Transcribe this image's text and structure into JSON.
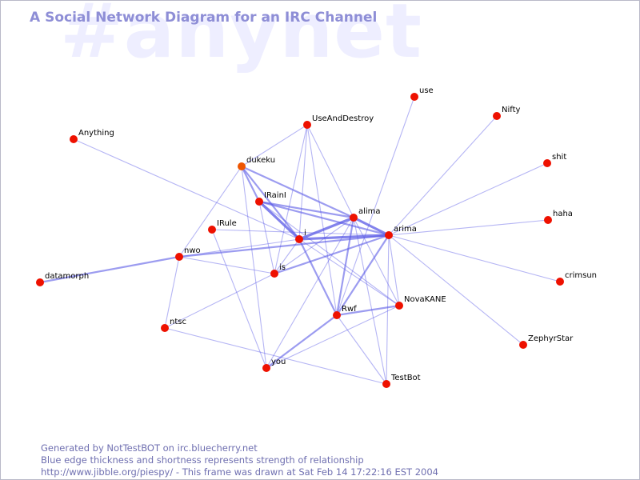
{
  "watermark": "#anynet",
  "title": "A Social Network Diagram for an IRC Channel",
  "footer": {
    "line1": "Generated by NotTestBOT on irc.bluecherry.net",
    "line2": "Blue edge thickness and shortness represents strength of relationship",
    "line3": "http://www.jibble.org/piespy/ - This frame was drawn at Sat Feb 14 17:22:16 EST 2004"
  },
  "colors": {
    "node": "#ee1100",
    "node_highlight": "#ee5500",
    "edge": "#5a5ae6"
  },
  "nodes": [
    {
      "id": "use",
      "label": "use"
    },
    {
      "id": "Nifty",
      "label": "Nifty"
    },
    {
      "id": "UseAndDestroy",
      "label": "UseAndDestroy"
    },
    {
      "id": "Anything",
      "label": "Anything"
    },
    {
      "id": "shit",
      "label": "shit"
    },
    {
      "id": "dukeku",
      "label": "dukeku",
      "highlight": true
    },
    {
      "id": "IRainI",
      "label": "IRainI"
    },
    {
      "id": "alima",
      "label": "alima"
    },
    {
      "id": "haha",
      "label": "haha"
    },
    {
      "id": "IRule",
      "label": "IRule"
    },
    {
      "id": "i",
      "label": "i"
    },
    {
      "id": "arima",
      "label": "arima"
    },
    {
      "id": "nwo",
      "label": "nwo"
    },
    {
      "id": "is",
      "label": "is"
    },
    {
      "id": "datamorph",
      "label": "datamorph"
    },
    {
      "id": "crimsun",
      "label": "crimsun"
    },
    {
      "id": "NovaKANE",
      "label": "NovaKANE"
    },
    {
      "id": "Rwf",
      "label": "Rwf"
    },
    {
      "id": "ntsc",
      "label": "ntsc"
    },
    {
      "id": "ZephyrStar",
      "label": "ZephyrStar"
    },
    {
      "id": "you",
      "label": "you"
    },
    {
      "id": "TestBot",
      "label": "TestBot"
    }
  ],
  "edges": [
    {
      "source": "i",
      "target": "arima",
      "weight": 3
    },
    {
      "source": "i",
      "target": "alima",
      "weight": 3
    },
    {
      "source": "alima",
      "target": "arima",
      "weight": 3
    },
    {
      "source": "IRainI",
      "target": "i",
      "weight": 3
    },
    {
      "source": "dukeku",
      "target": "i",
      "weight": 2
    },
    {
      "source": "dukeku",
      "target": "IRainI",
      "weight": 2
    },
    {
      "source": "IRainI",
      "target": "alima",
      "weight": 2
    },
    {
      "source": "IRainI",
      "target": "arima",
      "weight": 2
    },
    {
      "source": "dukeku",
      "target": "alima",
      "weight": 2
    },
    {
      "source": "Rwf",
      "target": "arima",
      "weight": 2
    },
    {
      "source": "Rwf",
      "target": "NovaKANE",
      "weight": 2
    },
    {
      "source": "i",
      "target": "Rwf",
      "weight": 2
    },
    {
      "source": "is",
      "target": "arima",
      "weight": 2
    },
    {
      "source": "nwo",
      "target": "arima",
      "weight": 2
    },
    {
      "source": "datamorph",
      "target": "nwo",
      "weight": 2
    },
    {
      "source": "Rwf",
      "target": "you",
      "weight": 2
    },
    {
      "source": "alima",
      "target": "Rwf",
      "weight": 2
    },
    {
      "source": "UseAndDestroy",
      "target": "i",
      "weight": 1
    },
    {
      "source": "UseAndDestroy",
      "target": "alima",
      "weight": 1
    },
    {
      "source": "UseAndDestroy",
      "target": "is",
      "weight": 1
    },
    {
      "source": "UseAndDestroy",
      "target": "dukeku",
      "weight": 1
    },
    {
      "source": "UseAndDestroy",
      "target": "Rwf",
      "weight": 1
    },
    {
      "source": "Anything",
      "target": "i",
      "weight": 1
    },
    {
      "source": "use",
      "target": "Rwf",
      "weight": 1
    },
    {
      "source": "Nifty",
      "target": "arima",
      "weight": 1
    },
    {
      "source": "shit",
      "target": "arima",
      "weight": 1
    },
    {
      "source": "haha",
      "target": "arima",
      "weight": 1
    },
    {
      "source": "crimsun",
      "target": "arima",
      "weight": 1
    },
    {
      "source": "ZephyrStar",
      "target": "arima",
      "weight": 1
    },
    {
      "source": "TestBot",
      "target": "arima",
      "weight": 1
    },
    {
      "source": "TestBot",
      "target": "Rwf",
      "weight": 1
    },
    {
      "source": "TestBot",
      "target": "alima",
      "weight": 1
    },
    {
      "source": "TestBot",
      "target": "ntsc",
      "weight": 1
    },
    {
      "source": "NovaKANE",
      "target": "arima",
      "weight": 1
    },
    {
      "source": "NovaKANE",
      "target": "alima",
      "weight": 1
    },
    {
      "source": "NovaKANE",
      "target": "i",
      "weight": 1
    },
    {
      "source": "NovaKANE",
      "target": "IRainI",
      "weight": 1
    },
    {
      "source": "NovaKANE",
      "target": "you",
      "weight": 1
    },
    {
      "source": "nwo",
      "target": "i",
      "weight": 1
    },
    {
      "source": "nwo",
      "target": "is",
      "weight": 1
    },
    {
      "source": "nwo",
      "target": "ntsc",
      "weight": 1
    },
    {
      "source": "nwo",
      "target": "dukeku",
      "weight": 1
    },
    {
      "source": "IRule",
      "target": "arima",
      "weight": 1
    },
    {
      "source": "IRule",
      "target": "you",
      "weight": 1
    },
    {
      "source": "is",
      "target": "IRainI",
      "weight": 1
    },
    {
      "source": "is",
      "target": "i",
      "weight": 1
    },
    {
      "source": "is",
      "target": "alima",
      "weight": 1
    },
    {
      "source": "is",
      "target": "ntsc",
      "weight": 1
    },
    {
      "source": "you",
      "target": "dukeku",
      "weight": 1
    },
    {
      "source": "you",
      "target": "alima",
      "weight": 1
    }
  ]
}
